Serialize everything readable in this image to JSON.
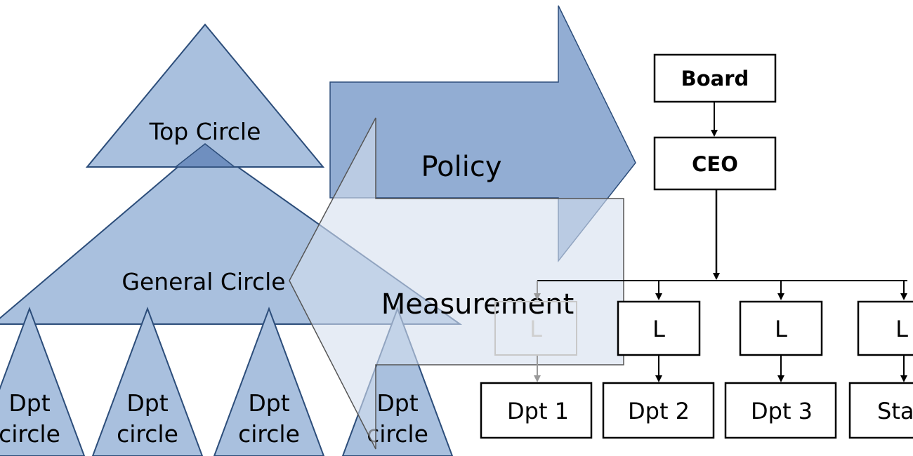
{
  "colors": {
    "fill": "#a9c0de",
    "edge": "#2c4d7a",
    "overlap": "#6f8fbf",
    "box_stroke": "#000000",
    "ghost": "#9a9a9a"
  },
  "circles": {
    "top": "Top Circle",
    "general": "General Circle",
    "departments": [
      {
        "line1": "Dpt",
        "line2": "circle"
      },
      {
        "line1": "Dpt",
        "line2": "circle"
      },
      {
        "line1": "Dpt",
        "line2": "circle"
      },
      {
        "line1": "Dpt",
        "line2": "circle"
      }
    ]
  },
  "arrows": {
    "policy": "Policy",
    "measurement": "Measurement"
  },
  "org": {
    "board": "Board",
    "ceo": "CEO",
    "line_boxes": [
      "L",
      "L",
      "L",
      "L"
    ],
    "departments": [
      "Dpt 1",
      "Dpt 2",
      "Dpt 3",
      "Sta"
    ]
  }
}
